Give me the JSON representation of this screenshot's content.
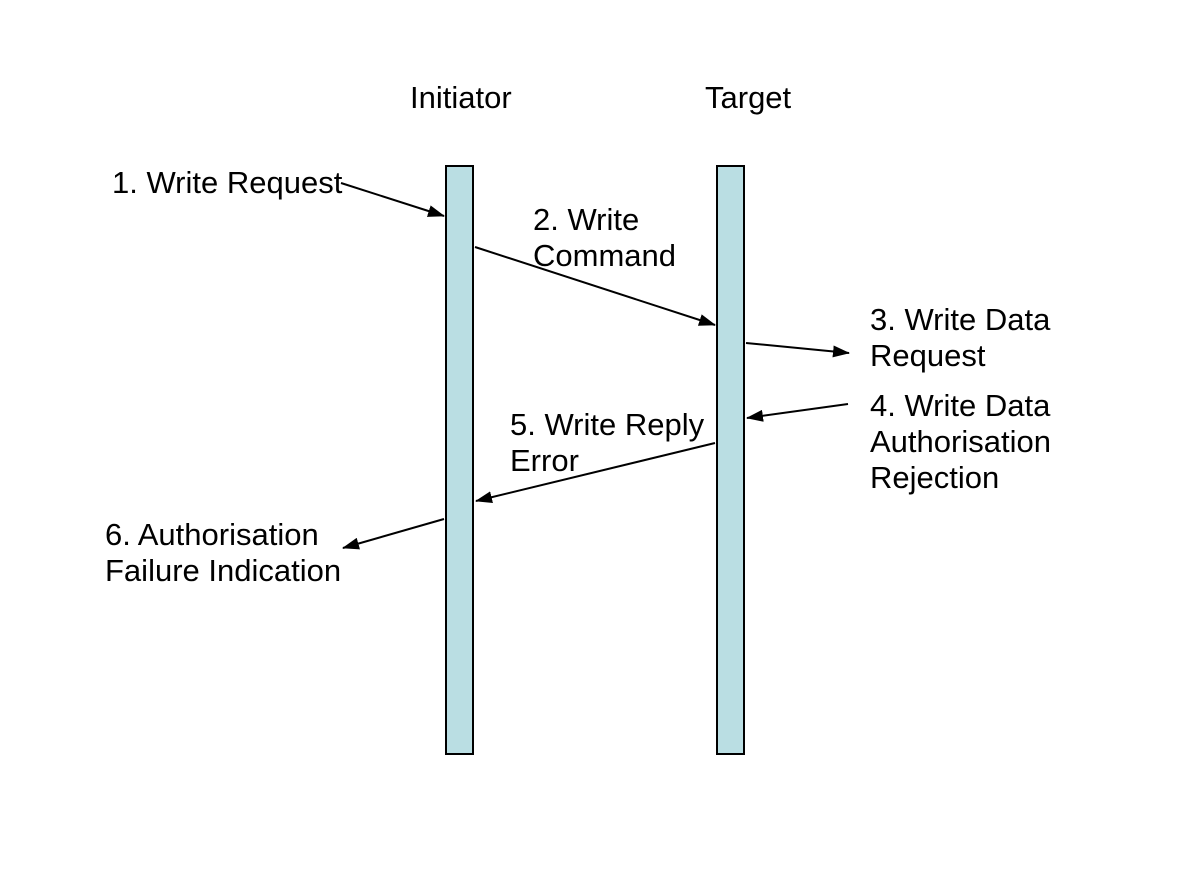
{
  "diagram": {
    "type": "sequence-diagram",
    "colors": {
      "lifeline_fill": "#badee3",
      "line": "#000000",
      "text": "#000000",
      "background": "#ffffff"
    },
    "lifelines": [
      {
        "name": "Initiator"
      },
      {
        "name": "Target"
      }
    ],
    "messages": [
      {
        "id": 1,
        "lines": [
          "1. Write Request"
        ],
        "from": "external-left",
        "to": "Initiator"
      },
      {
        "id": 2,
        "lines": [
          "2. Write",
          "Command"
        ],
        "from": "Initiator",
        "to": "Target"
      },
      {
        "id": 3,
        "lines": [
          "3. Write Data",
          "Request"
        ],
        "from": "Target",
        "to": "external-right"
      },
      {
        "id": 4,
        "lines": [
          "4. Write Data",
          "Authorisation",
          "Rejection"
        ],
        "from": "external-right",
        "to": "Target"
      },
      {
        "id": 5,
        "lines": [
          "5. Write Reply",
          "Error"
        ],
        "from": "Target",
        "to": "Initiator"
      },
      {
        "id": 6,
        "lines": [
          "6. Authorisation",
          "Failure Indication"
        ],
        "from": "Initiator",
        "to": "external-left"
      }
    ]
  }
}
